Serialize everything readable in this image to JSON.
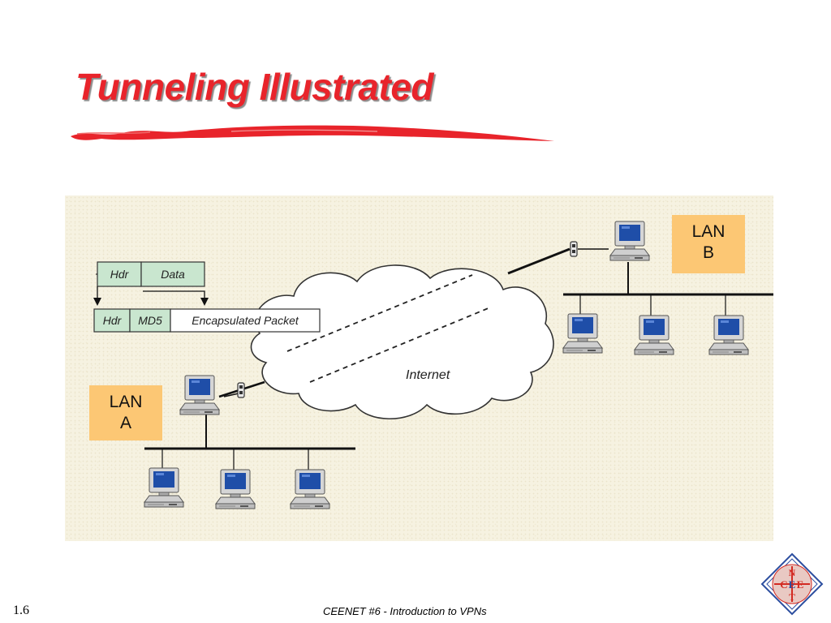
{
  "slide": {
    "title": "Tunneling Illustrated",
    "page_number": "1.6",
    "footer": "CEENET #6 - Introduction to VPNs"
  },
  "diagram": {
    "packet_original": [
      "Hdr",
      "Data"
    ],
    "packet_encapsulated": [
      "Hdr",
      "MD5",
      "Encapsulated Packet"
    ],
    "cloud_label": "Internet",
    "lan_b": [
      "LAN",
      "B"
    ],
    "lan_a": [
      "LAN",
      "A"
    ]
  },
  "logo": {
    "letters": [
      "N",
      "C",
      "E",
      "E",
      "T"
    ]
  },
  "colors": {
    "title": "#e8242b",
    "lan_label_bg": "#fcc774",
    "packet_box": "#c9e6cf",
    "diagram_bg": "#f6f2e1",
    "monitor_screen": "#1f4ea8",
    "logo_red": "#d32a22",
    "logo_blue": "#2d4fa0"
  }
}
